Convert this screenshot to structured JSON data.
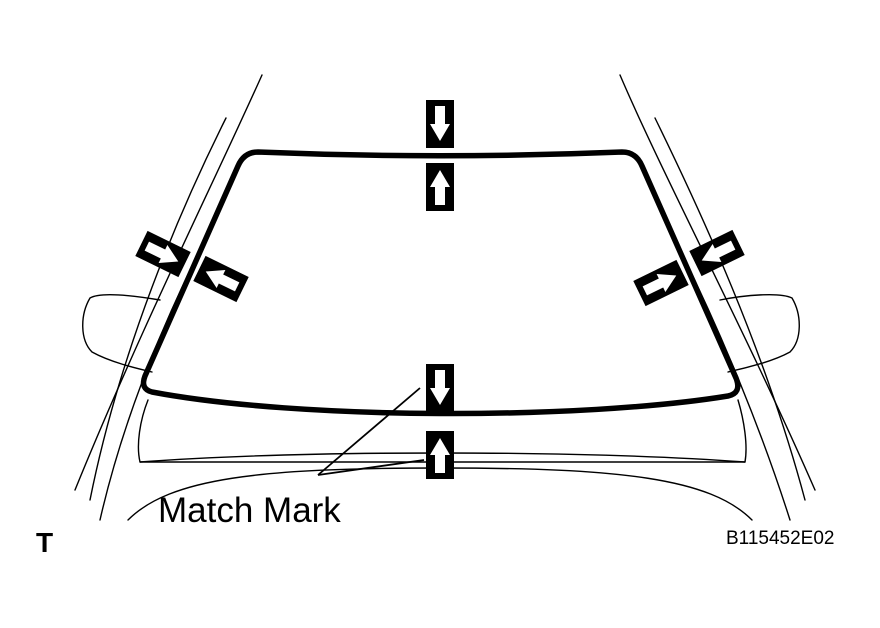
{
  "labels": {
    "callout": "Match Mark",
    "corner_letter": "T",
    "figure_code": "B115452E02"
  },
  "icons": {
    "match_marks": "arrow-icon"
  },
  "colors": {
    "line": "#000000",
    "background": "#ffffff"
  }
}
